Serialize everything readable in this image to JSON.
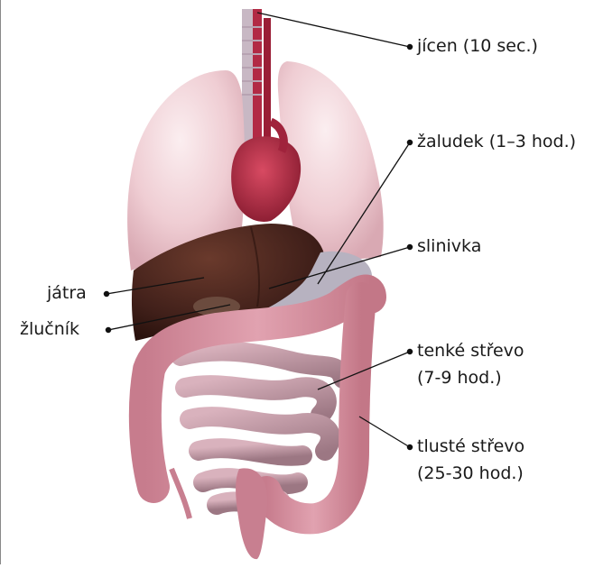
{
  "labels": {
    "esophagus": "jícen (10 sec.)",
    "stomach": "žaludek (1–3 hod.)",
    "pancreas": "slinivka",
    "liver": "játra",
    "gallbladder": "žlučník",
    "small_intestine_1": "tenké střevo",
    "small_intestine_2": "(7-9 hod.)",
    "large_intestine_1": "tlusté střevo",
    "large_intestine_2": "(25-30 hod.)"
  },
  "colors": {
    "lung": "#f0d2d6",
    "liver": "#4a2418",
    "heart": "#b8324a",
    "intestine": "#c98a98",
    "colon": "#d4909e",
    "leader": "#111111"
  }
}
